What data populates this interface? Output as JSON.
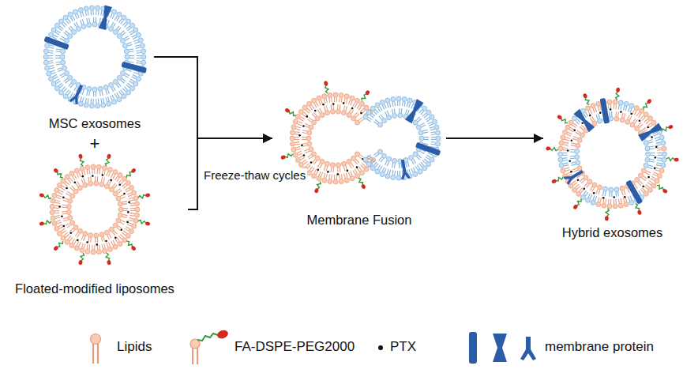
{
  "diagram": {
    "nodes": [
      {
        "text": [
          "MSC exosomes"
        ]
      },
      {
        "text": [
          "Floated-modified liposomes"
        ]
      },
      {
        "text": [
          "Membrane Fusion"
        ]
      },
      {
        "text": [
          "Hybrid exosomes"
        ]
      }
    ],
    "edges": [
      {
        "from": 0,
        "to": 2,
        "arrow": "to",
        "label": "Freeze-thaw cycles"
      },
      {
        "from": 1,
        "to": 2,
        "arrow": "to"
      },
      {
        "from": 2,
        "to": 3,
        "arrow": "to"
      }
    ],
    "labels": [
      "+"
    ],
    "legend": [
      {
        "text": "Lipids"
      },
      {
        "text": "FA-DSPE-PEG2000"
      },
      {
        "text": "PTX"
      },
      {
        "text": "membrane protein"
      }
    ]
  }
}
